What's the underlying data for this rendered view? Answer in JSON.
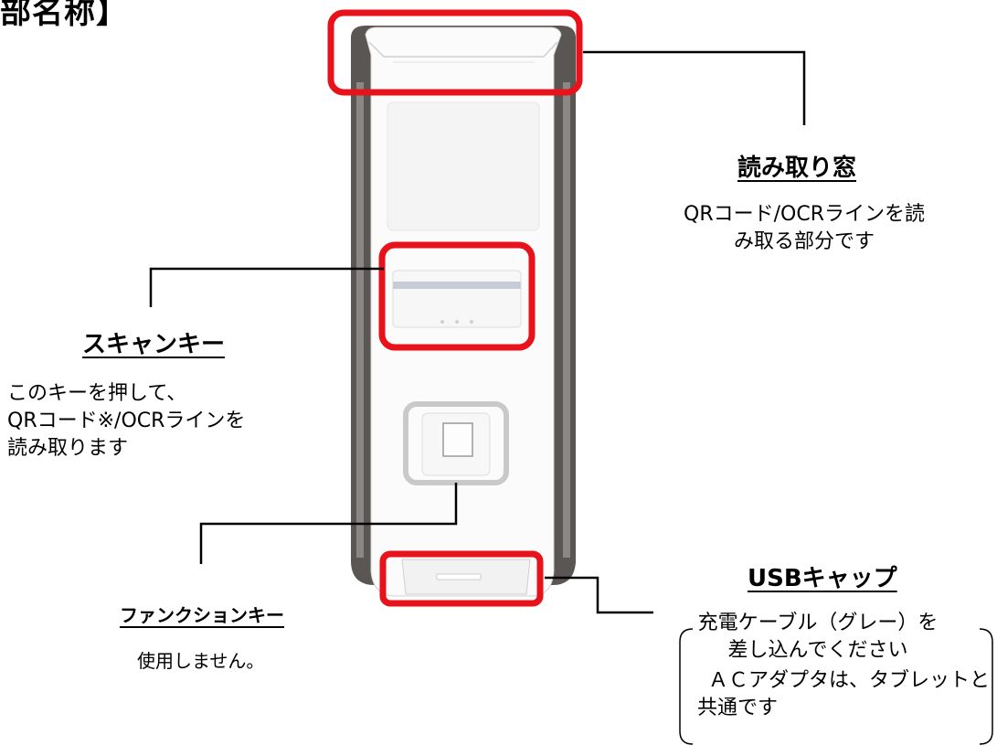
{
  "page": {
    "title": "部名称】"
  },
  "parts": {
    "window": {
      "label": "読み取り窓",
      "desc_line1": "QRコード/OCRラインを読",
      "desc_line2": "み取る部分です"
    },
    "scan": {
      "label": "スキャンキー",
      "desc_line1": "このキーを押して、",
      "desc_line2": "QRコード※/OCRラインを",
      "desc_line3": "読み取ります"
    },
    "function": {
      "label": "ファンクションキー",
      "desc": "使用しません。"
    },
    "usb": {
      "label": "USBキャップ",
      "desc_line1": "充電ケーブル（グレー）を",
      "desc_line2": "差し込んでください",
      "note_line1": "ＡＣアダプタは、タブレットと",
      "note_line2": "共通です"
    }
  },
  "colors": {
    "highlight": "#e8121b",
    "leader": "#000000",
    "body_shell": "#5a5654",
    "body_face": "#fbfbfb"
  }
}
